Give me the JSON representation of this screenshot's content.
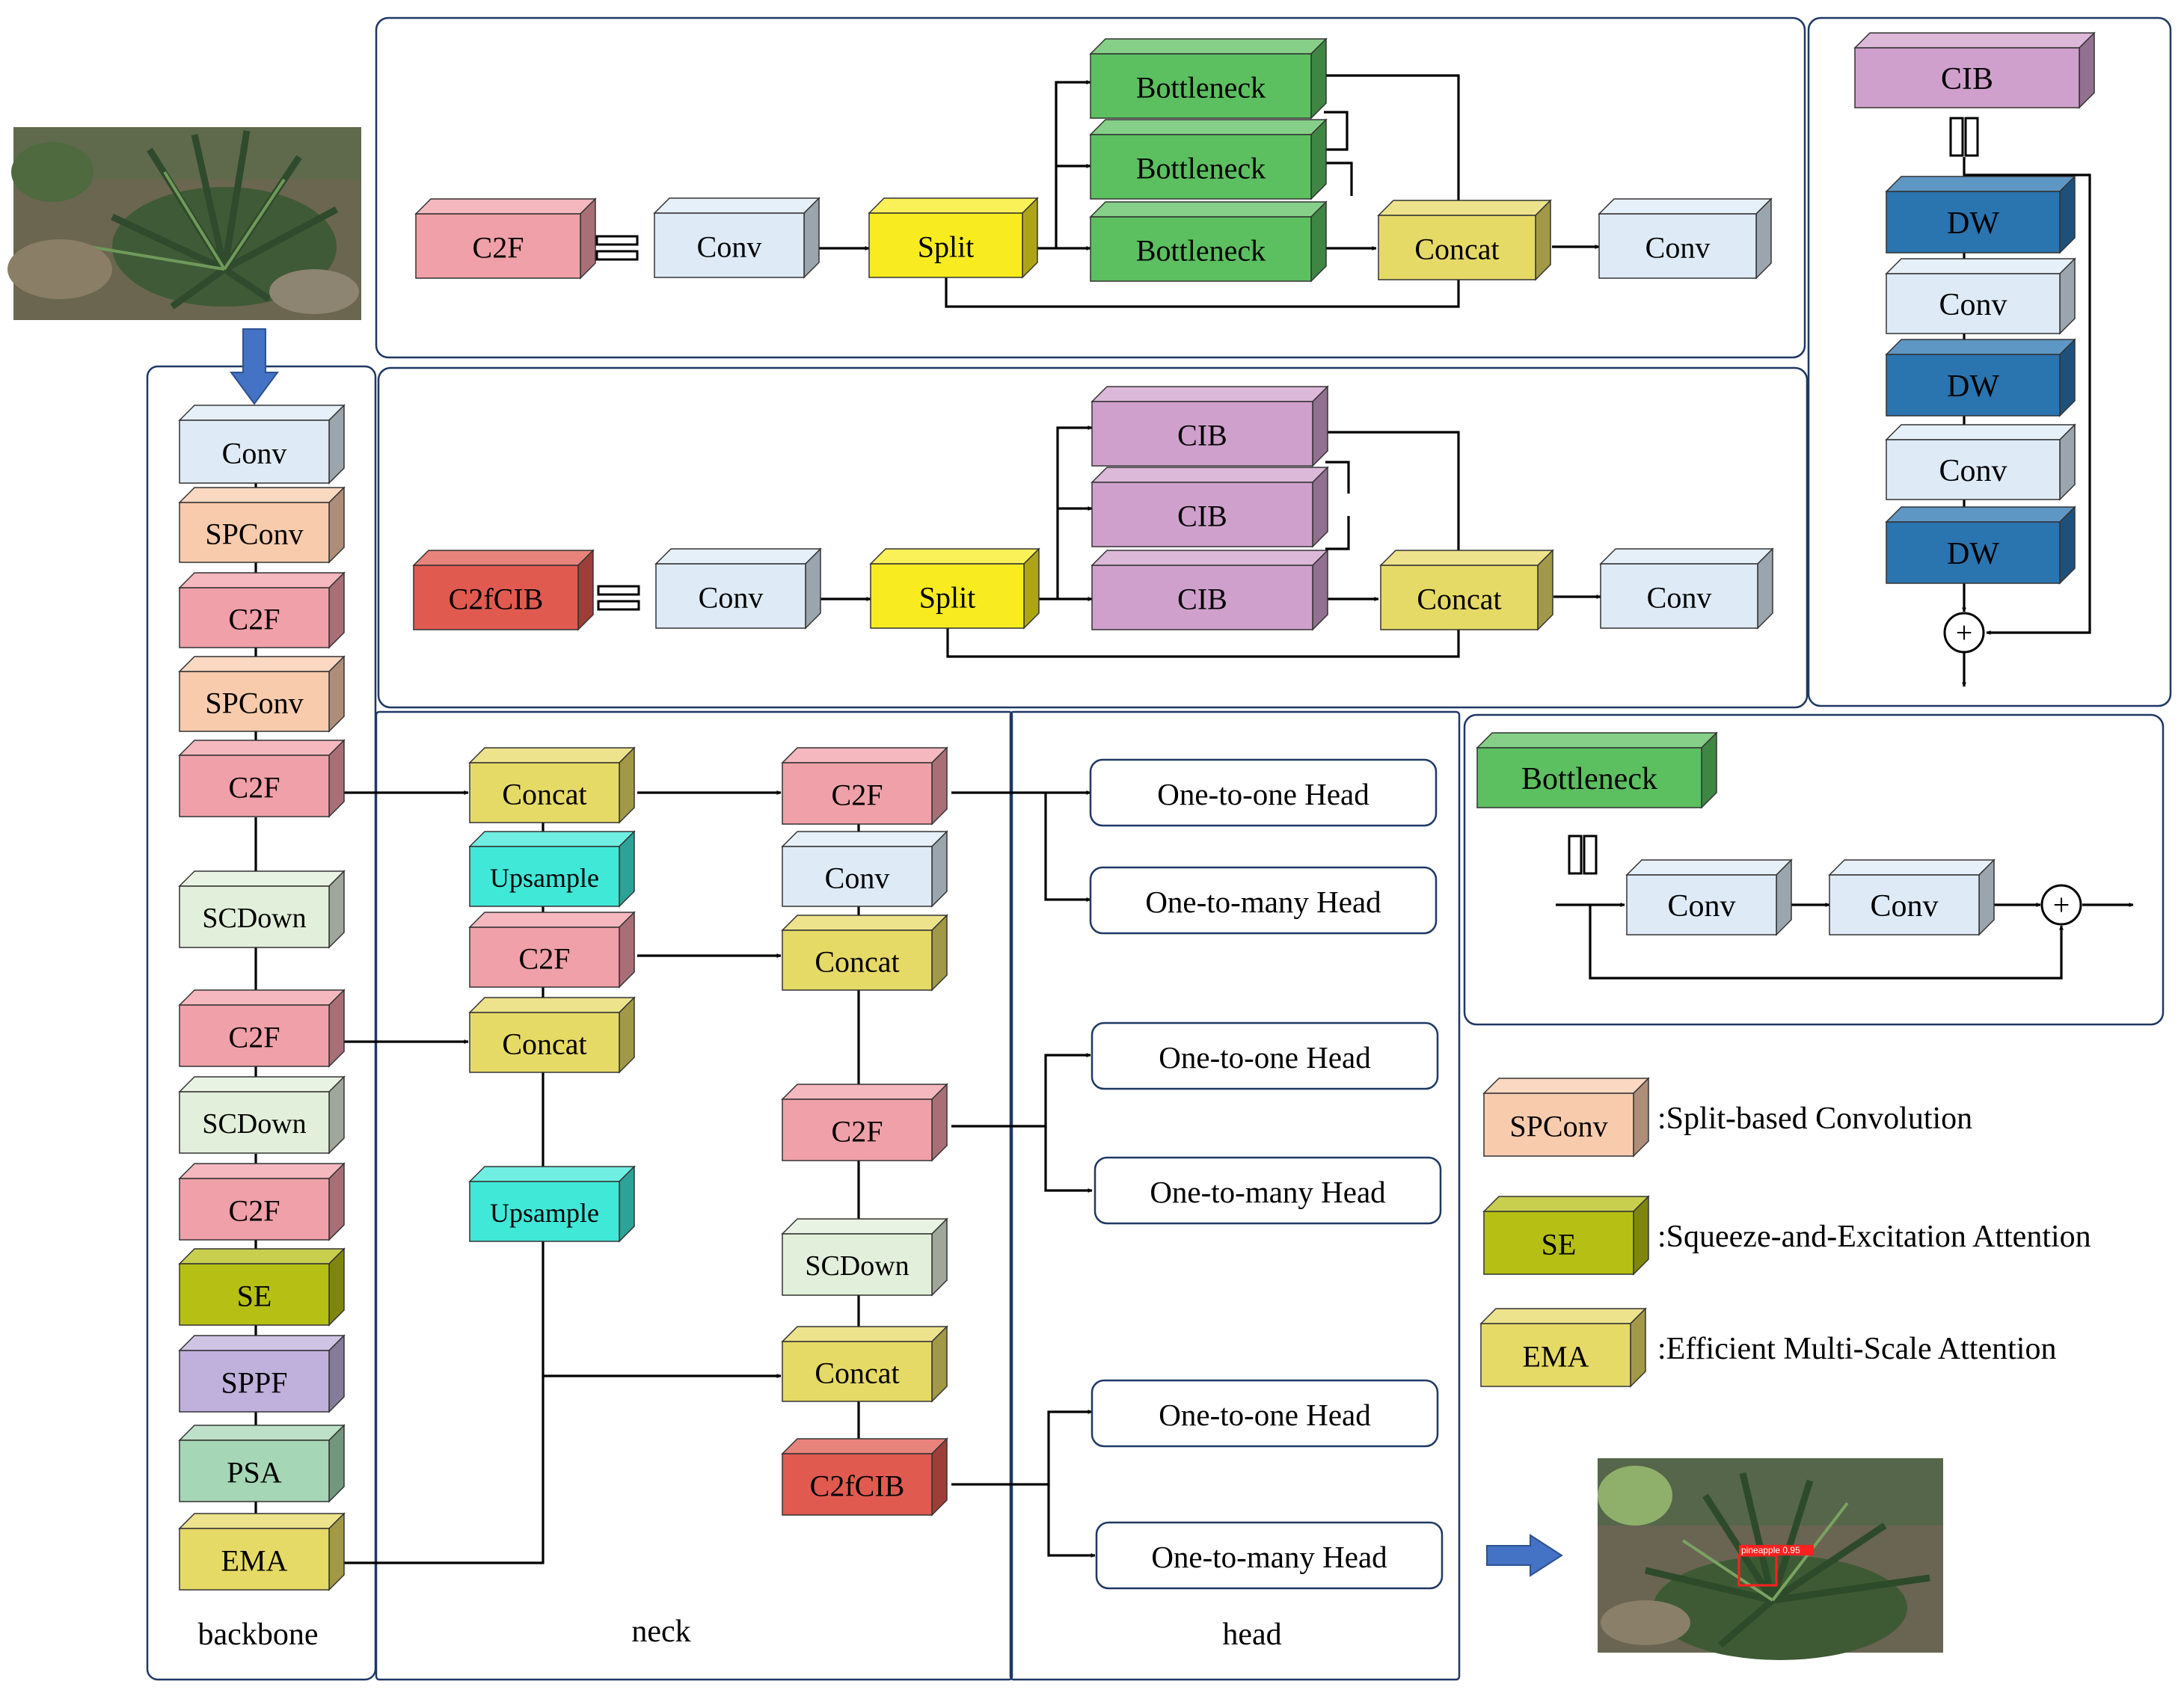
{
  "colors": {
    "conv": "#deebf7",
    "spconv": "#f8cbad",
    "c2f": "#f0a0a8",
    "c2fcib": "#e05a50",
    "scdown": "#e2efda",
    "se": "#b5bf14",
    "sppf": "#c0b0dc",
    "psa": "#a5d6b5",
    "ema": "#e6da66",
    "concat": "#e6da66",
    "upsample": "#40e8d8",
    "split": "#f8ec20",
    "bottleneck": "#5cbf60",
    "cib": "#d0a0cc",
    "dw": "#2a74b0",
    "head": "#ffffff",
    "panel_border": "#1f3864",
    "arrow_blue": "#4472c4"
  },
  "section_labels": {
    "backbone": "backbone",
    "neck": "neck",
    "head": "head"
  },
  "c2f_module": {
    "lhs": "C2F",
    "conv_in": "Conv",
    "split": "Split",
    "bottleneck_1": "Bottleneck",
    "bottleneck_2": "Bottleneck",
    "bottleneck_3": "Bottleneck",
    "concat": "Concat",
    "conv_out": "Conv"
  },
  "c2fcib_module": {
    "lhs": "C2fCIB",
    "conv_in": "Conv",
    "split": "Split",
    "cib_1": "CIB",
    "cib_2": "CIB",
    "cib_3": "CIB",
    "concat": "Concat",
    "conv_out": "Conv"
  },
  "cib_module": {
    "title": "CIB",
    "dw_1": "DW",
    "conv_1": "Conv",
    "dw_2": "DW",
    "conv_2": "Conv",
    "dw_3": "DW",
    "sum": "+"
  },
  "bottleneck_module": {
    "title": "Bottleneck",
    "conv_1": "Conv",
    "conv_2": "Conv",
    "sum": "+"
  },
  "backbone": {
    "conv": "Conv",
    "spconv_1": "SPConv",
    "c2f_1": "C2F",
    "spconv_2": "SPConv",
    "c2f_2": "C2F",
    "scdown_1": "SCDown",
    "c2f_3": "C2F",
    "scdown_2": "SCDown",
    "c2f_4": "C2F",
    "se": "SE",
    "sppf": "SPPF",
    "psa": "PSA",
    "ema": "EMA"
  },
  "neck": {
    "concat_1": "Concat",
    "upsample_1": "Upsample",
    "c2f_1": "C2F",
    "concat_2": "Concat",
    "upsample_2": "Upsample",
    "c2f_2": "C2F",
    "conv": "Conv",
    "concat_3": "Concat",
    "c2f_3": "C2F",
    "scdown": "SCDown",
    "concat_4": "Concat",
    "c2fcib": "C2fCIB"
  },
  "head": {
    "one_to_one_1": "One-to-one Head",
    "one_to_many_1": "One-to-many Head",
    "one_to_one_2": "One-to-one Head",
    "one_to_many_2": "One-to-many Head",
    "one_to_one_3": "One-to-one Head",
    "one_to_many_3": "One-to-many Head"
  },
  "legend": {
    "spconv_box": "SPConv",
    "spconv_text": ":Split-based Convolution",
    "se_box": "SE",
    "se_text": ":Squeeze-and-Excitation Attention",
    "ema_box": "EMA",
    "ema_text": ":Efficient Multi-Scale Attention"
  },
  "detection_label": "pineapple 0.95"
}
